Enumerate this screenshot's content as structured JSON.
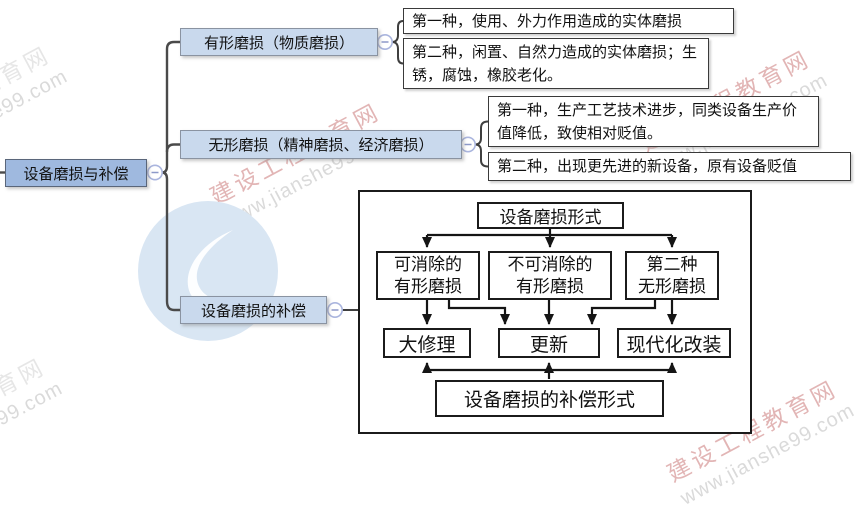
{
  "mindmap": {
    "root": {
      "label": "设备磨损与补偿"
    },
    "branches": [
      {
        "label": "有形磨损（物质磨损）",
        "leaves": [
          "第一种，使用、外力作用造成的实体磨损",
          "第二种，闲置、自然力造成的实体磨损；生锈，腐蚀，橡胶老化。"
        ]
      },
      {
        "label": "无形磨损（精神磨损、经济磨损）",
        "leaves": [
          "第一种，生产工艺技术进步，同类设备生产价值降低，致使相对贬值。",
          "第二种，出现更先进的新设备，原有设备贬值"
        ]
      },
      {
        "label": "设备磨损的补偿",
        "leaves": []
      }
    ]
  },
  "flowchart": {
    "title": "设备磨损形式",
    "wear_types": [
      "可消除的\n有形磨损",
      "不可消除的\n有形磨损",
      "第二种\n无形磨损"
    ],
    "compensations": [
      "大修理",
      "更新",
      "现代化改装"
    ],
    "footer": "设备磨损的补偿形式"
  },
  "watermark": {
    "brand": "建设工程教育网",
    "url": "www.jianshe99.com",
    "brand_color": "#e2b5b5",
    "brand_muted_color": "#e6e6e6",
    "url_color": "#dadada",
    "logo_color": "#d9e6f3"
  },
  "colors": {
    "root_fill": "#9fb9df",
    "branch_fill": "#c9d9ed",
    "leaf_border": "#3a3a3a",
    "flow_border": "#1b1b1b",
    "connector": "#4a4a4a",
    "toggle_ring": "#aab5de"
  }
}
